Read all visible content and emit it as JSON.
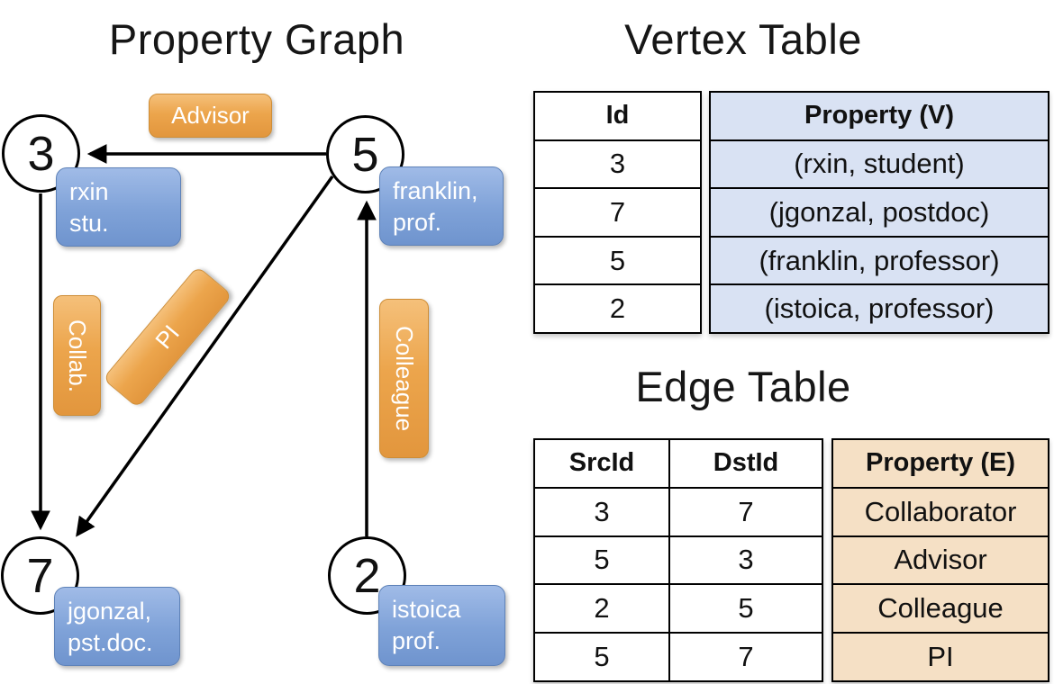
{
  "colors": {
    "edge_label_orange": "#ECA54C",
    "edge_label_border": "#CE8D36",
    "vertex_label_blue": "#7FA2D8",
    "vertex_label_border": "#5E82B8",
    "vertex_property_cell_bg": "#D9E2F3",
    "edge_property_cell_bg": "#F5E0C5",
    "line_color": "#000000"
  },
  "graph": {
    "title": "Property Graph",
    "nodes": [
      {
        "id": "3",
        "label": "rxin\nstu."
      },
      {
        "id": "5",
        "label": "franklin,\nprof."
      },
      {
        "id": "7",
        "label": "jgonzal,\npst.doc."
      },
      {
        "id": "2",
        "label": "istoica\nprof."
      }
    ],
    "edges": [
      {
        "src": "5",
        "dst": "3",
        "label": "Advisor"
      },
      {
        "src": "3",
        "dst": "7",
        "label": "Collab."
      },
      {
        "src": "5",
        "dst": "7",
        "label": "PI"
      },
      {
        "src": "2",
        "dst": "5",
        "label": "Colleague"
      }
    ]
  },
  "vertex_table": {
    "title": "Vertex Table",
    "columns": [
      "Id",
      "Property (V)"
    ],
    "rows": [
      {
        "id": "3",
        "property": "(rxin, student)"
      },
      {
        "id": "7",
        "property": "(jgonzal, postdoc)"
      },
      {
        "id": "5",
        "property": "(franklin, professor)"
      },
      {
        "id": "2",
        "property": "(istoica, professor)"
      }
    ]
  },
  "edge_table": {
    "title": "Edge Table",
    "columns": [
      "SrcId",
      "DstId",
      "Property (E)"
    ],
    "rows": [
      {
        "src": "3",
        "dst": "7",
        "property": "Collaborator"
      },
      {
        "src": "5",
        "dst": "3",
        "property": "Advisor"
      },
      {
        "src": "2",
        "dst": "5",
        "property": "Colleague"
      },
      {
        "src": "5",
        "dst": "7",
        "property": "PI"
      }
    ]
  }
}
